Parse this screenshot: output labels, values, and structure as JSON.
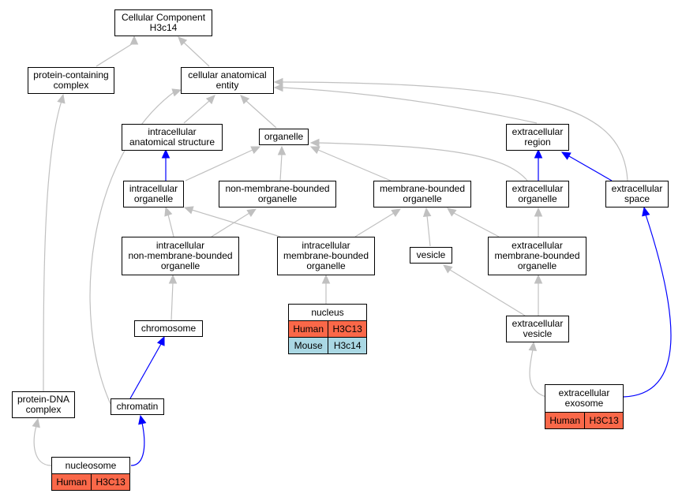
{
  "colors": {
    "gray_edge": "#c0c0c0",
    "blue_edge": "#0000ff",
    "human": "#fa6849",
    "mouse": "#aad8e4"
  },
  "nodes": {
    "cc": [
      "Cellular Component",
      "H3c14"
    ],
    "pcc": [
      "protein-containing",
      "complex"
    ],
    "cae": [
      "cellular anatomical",
      "entity"
    ],
    "ias": [
      "intracellular",
      "anatomical structure"
    ],
    "org": [
      "organelle"
    ],
    "er": [
      "extracellular",
      "region"
    ],
    "io": [
      "intracellular",
      "organelle"
    ],
    "nmbo": [
      "non-membrane-bounded",
      "organelle"
    ],
    "mbo": [
      "membrane-bounded",
      "organelle"
    ],
    "eo": [
      "extracellular",
      "organelle"
    ],
    "es": [
      "extracellular",
      "space"
    ],
    "inmbo": [
      "intracellular",
      "non-membrane-bounded",
      "organelle"
    ],
    "imbo": [
      "intracellular",
      "membrane-bounded",
      "organelle"
    ],
    "ves": [
      "vesicle"
    ],
    "embo": [
      "extracellular",
      "membrane-bounded",
      "organelle"
    ],
    "chr": [
      "chromosome"
    ],
    "ev": [
      "extracellular",
      "vesicle"
    ],
    "pdna": [
      "protein-DNA",
      "complex"
    ],
    "chrm": [
      "chromatin"
    ]
  },
  "tables": {
    "nucleus": {
      "title": "nucleus",
      "rows": [
        [
          "Human",
          "H3C13"
        ],
        [
          "Mouse",
          "H3c14"
        ]
      ]
    },
    "exosome": {
      "title": "extracellular\nexosome",
      "rows": [
        [
          "Human",
          "H3C13"
        ]
      ]
    },
    "nucleosome": {
      "title": "nucleosome",
      "rows": [
        [
          "Human",
          "H3C13"
        ]
      ]
    }
  }
}
